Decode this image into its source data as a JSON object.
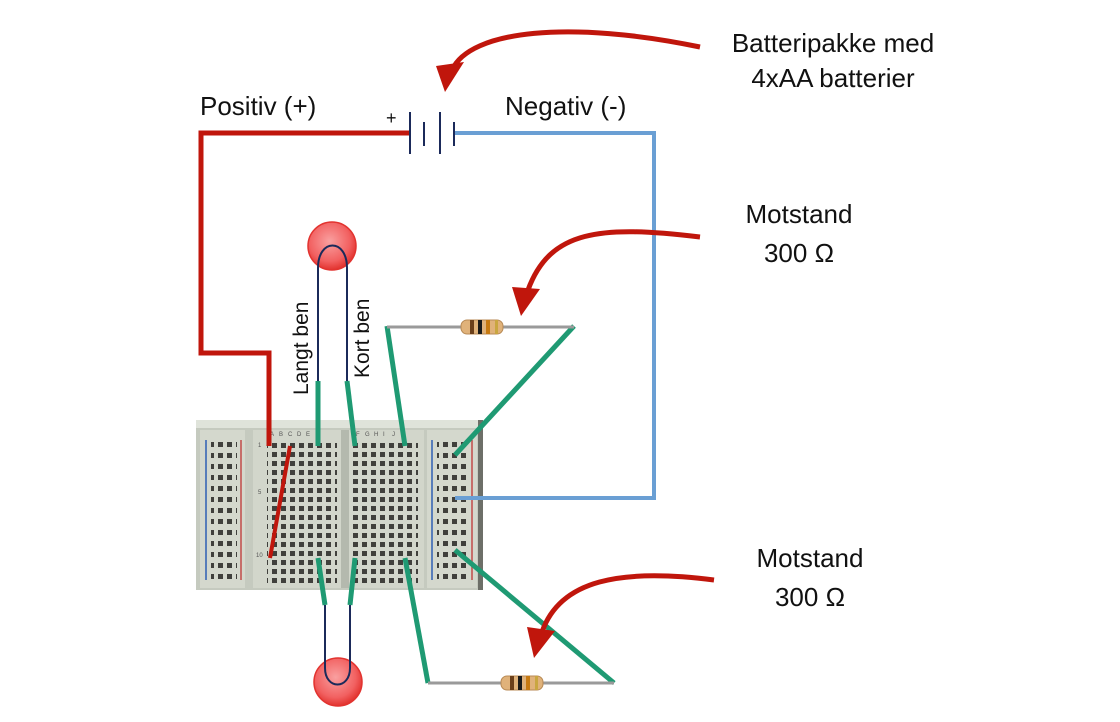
{
  "labels": {
    "battery_pack": [
      "Batteripakke med",
      "4xAA batterier"
    ],
    "positive": "Positiv (+)",
    "negative": "Negativ (-)",
    "battery_plus_sign": "+",
    "long_leg": "Langt ben",
    "short_leg": "Kort ben",
    "resistor_top": [
      "Motstand",
      "300 Ω"
    ],
    "resistor_bottom": [
      "Motstand",
      "300 Ω"
    ]
  },
  "breadboard": {
    "column_letters_left": [
      "A",
      "B",
      "C",
      "D",
      "E"
    ],
    "column_letters_right": [
      "F",
      "G",
      "H",
      "I",
      "J"
    ],
    "row_numbers": [
      "1",
      "5",
      "10"
    ]
  },
  "colors": {
    "positive_wire": "#c0160c",
    "negative_wire": "#6a9fd4",
    "jumper_wire": "#1f9a73",
    "arrow": "#c0160c",
    "led_fill": "#f26161",
    "led_outline": "#e2332f",
    "led_leg": "#1b2a5a",
    "resistor_lead": "#9a9a9a",
    "resistor_body": "#e0b27a",
    "breadboard_base": "#c5cabf"
  },
  "icons": {
    "battery": "battery-symbol-icon",
    "led": "led-icon",
    "resistor": "resistor-icon",
    "arrow": "curved-arrow-icon"
  }
}
